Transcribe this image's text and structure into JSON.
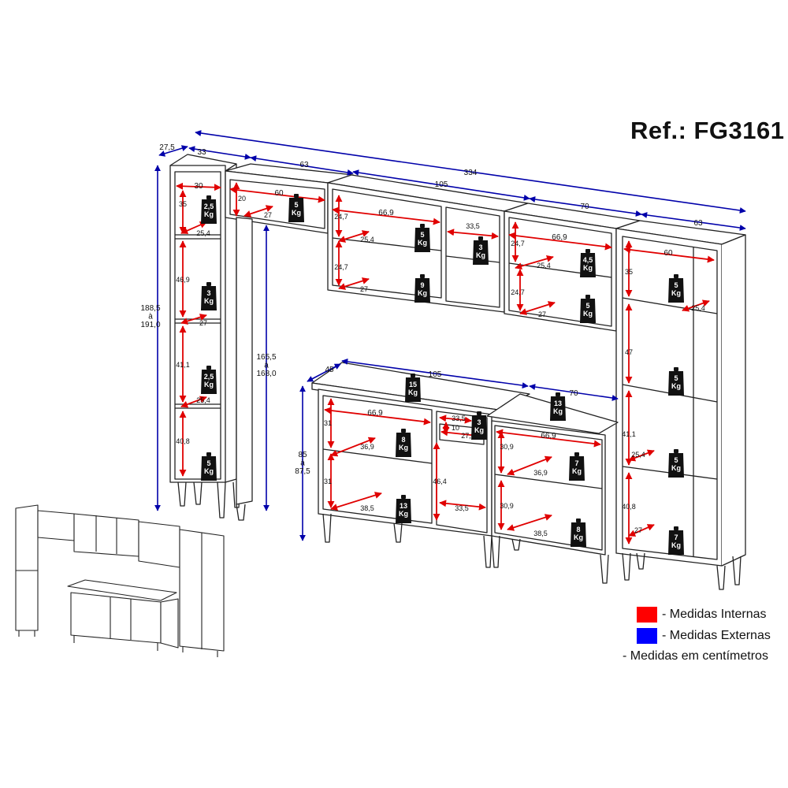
{
  "header": {
    "reference": "Ref.: FG3161"
  },
  "legend": {
    "internal": {
      "label": "- Medidas Internas",
      "color": "#ff0000"
    },
    "external": {
      "label": "- Medidas Externas",
      "color": "#0000ff"
    },
    "units": "- Medidas em centímetros"
  },
  "colors": {
    "internal": "#e00000",
    "external": "#0000aa",
    "line": "#222222"
  },
  "external_dimensions": {
    "total_width": "334",
    "tower_left_depth": "27,5",
    "tower_left_width": "33",
    "bridge_width": "63",
    "upper_center_width": "105",
    "upper_right_width": "70",
    "tower_right_width": "63",
    "tower_height": "188,5\nà\n191,0",
    "bridge_clearance": "165,5\nà\n168,0",
    "counter_depth": "45",
    "counter_center_width": "105",
    "counter_right_width": "70",
    "counter_height": "85\nà\n87,5"
  },
  "internal_dimensions": {
    "tower_left": {
      "width": "30",
      "shelf1": "35",
      "depth1": "25,4",
      "shelf2": "46,9",
      "depth2": "27",
      "shelf3": "41,1",
      "depth3": "25,4",
      "shelf4": "40,8"
    },
    "bridge": {
      "width": "60",
      "height": "20",
      "depth": "27"
    },
    "upper_center": {
      "width": "66,9",
      "h1": "24,7",
      "depth1": "25,4",
      "h2": "24,7",
      "depth2": "27",
      "niche_width": "33,5"
    },
    "upper_right": {
      "width": "66,9",
      "h1": "24,7",
      "depth1": "25,4",
      "h2": "24,7",
      "depth2": "27"
    },
    "tower_right": {
      "width": "60",
      "h1": "35",
      "depth1": "25,4",
      "h2": "47",
      "h3": "41,1",
      "depth3": "25,4",
      "h4": "40,8",
      "depth4": "27"
    },
    "counter_center": {
      "width": "66,9",
      "h1": "31",
      "depth1": "36,9",
      "h2": "31",
      "depth2": "38,5",
      "drawer_width": "33,5",
      "drawer_height": "10",
      "drawer_depth": "27,9",
      "niche_height": "46,4",
      "niche_width": "33,5"
    },
    "counter_right": {
      "width": "66,9",
      "h1": "30,9",
      "depth1": "36,9",
      "h2": "30,9",
      "depth2": "38,5"
    }
  },
  "weights": {
    "tl1": "2,5\nKg",
    "tl2": "3\nKg",
    "tl3": "2,5\nKg",
    "tl4": "5\nKg",
    "br": "5\nKg",
    "uc1": "5\nKg",
    "uc2": "9\nKg",
    "uc3": "3\nKg",
    "ur1": "4,5\nKg",
    "ur2": "5\nKg",
    "tr1": "5\nKg",
    "tr2": "5\nKg",
    "tr3": "5\nKg",
    "tr4": "7\nKg",
    "ct": "15\nKg",
    "crt": "13\nKg",
    "cc1": "8\nKg",
    "cc2": "13\nKg",
    "cc3": "3\nKg",
    "cr1": "7\nKg",
    "cr2": "8\nKg"
  }
}
